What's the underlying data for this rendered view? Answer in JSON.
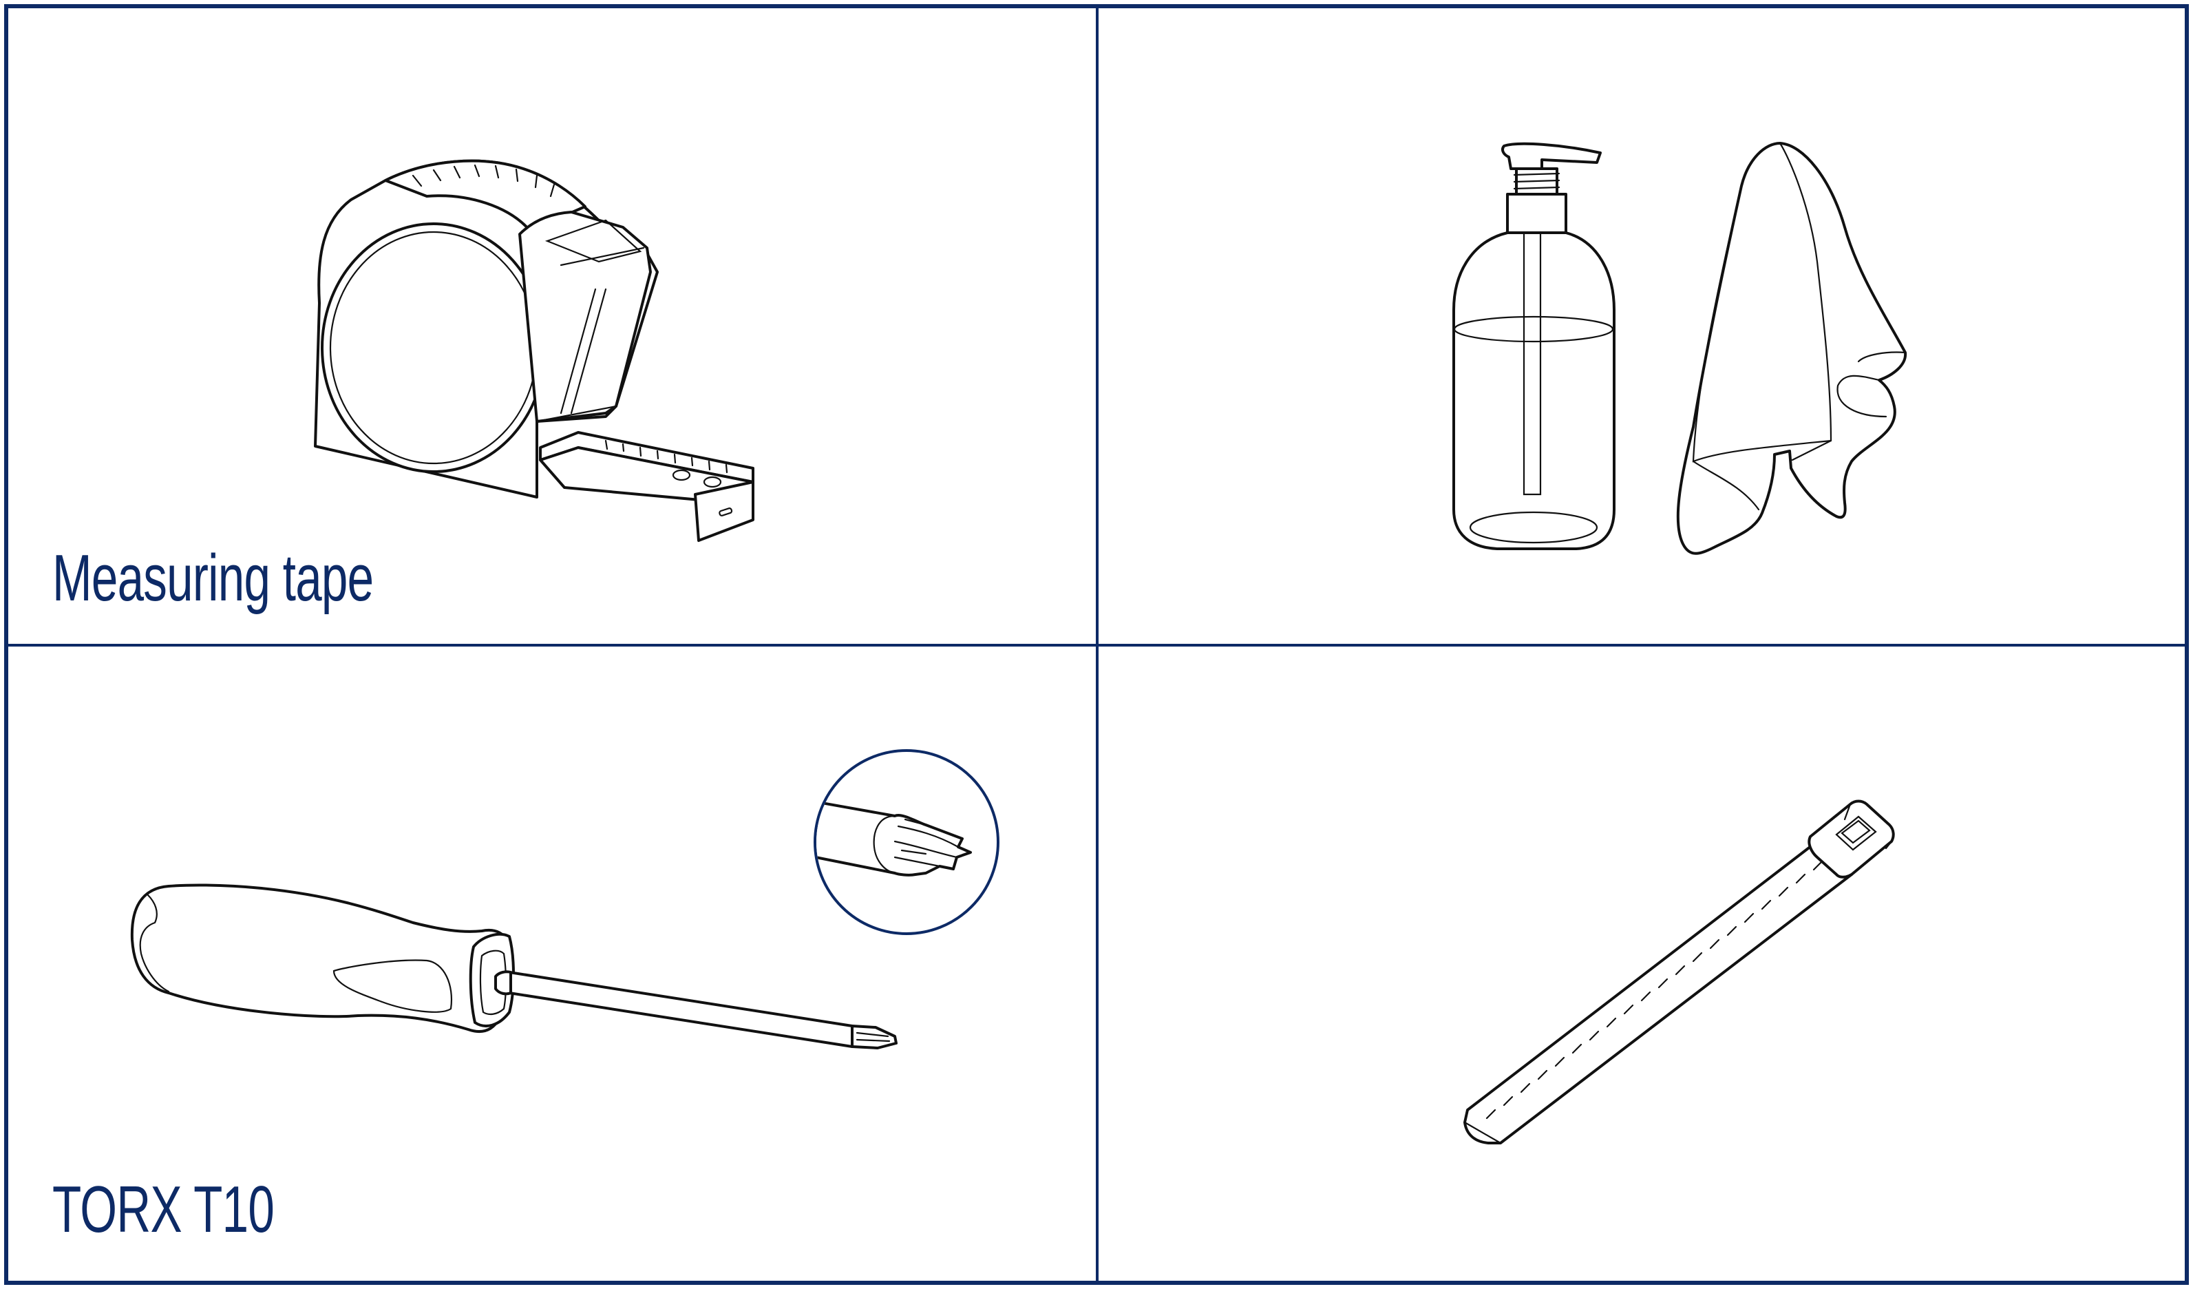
{
  "panels": [
    {
      "id": "measuring-tape",
      "label": "Measuring tape"
    },
    {
      "id": "cleaning-supplies",
      "label": ""
    },
    {
      "id": "torx-screwdriver",
      "label": "TORX T10"
    },
    {
      "id": "cable-tie",
      "label": ""
    }
  ],
  "colors": {
    "border": "#0d2a66",
    "label": "#0d2a66",
    "line_art": "#111111"
  }
}
